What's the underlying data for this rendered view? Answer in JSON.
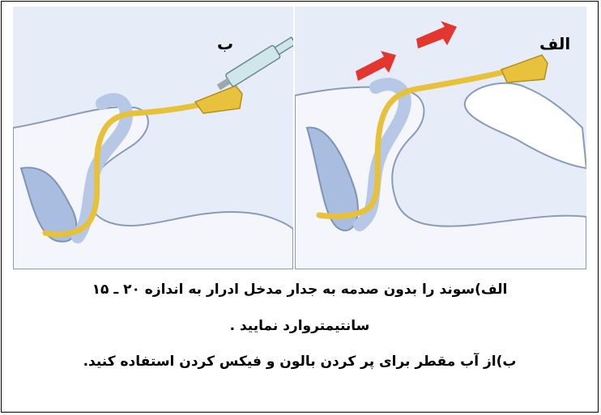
{
  "panels": {
    "left_label": "ب",
    "right_label": "الف"
  },
  "caption": {
    "line1": "الف)سوند را بدون صدمه به جدار مدخل ادرار به اندازه  ۲۰ ـ ۱۵",
    "line2": "سانتیمتروارد نمایید .",
    "line3": "ب)از آب مقطر برای پر کردن بالون و فیکس کردن استفاده کنید."
  }
}
